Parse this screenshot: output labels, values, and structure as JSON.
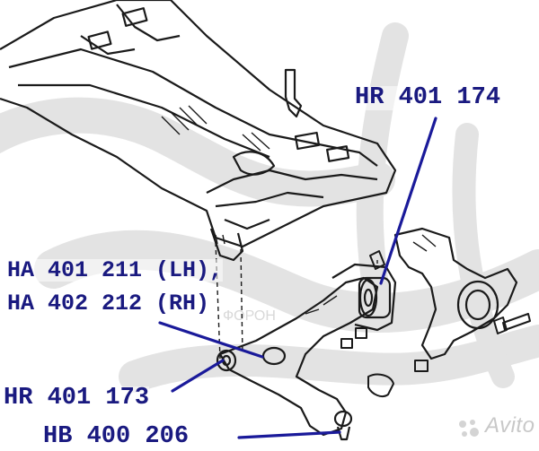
{
  "labels": {
    "hr401174": "HR 401 174",
    "ha401211": "HA 401 211 (LH),",
    "ha402212": "HA 402 212 (RH)",
    "hr401173": "HR 401 173",
    "hb400206": "HB 400 206"
  },
  "watermark": {
    "text": "Avito"
  },
  "colors": {
    "label": "#1a1a80",
    "leader": "#1a1a9a",
    "drawing": "#1a1a1a",
    "watermark": "#d6d6d6"
  }
}
